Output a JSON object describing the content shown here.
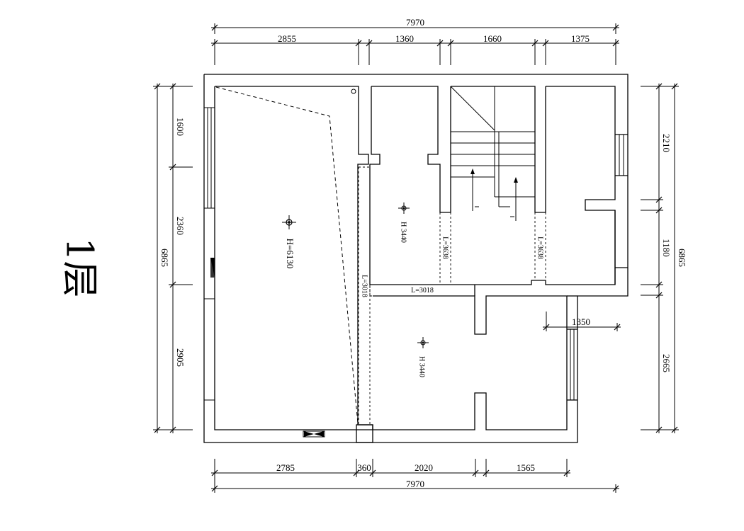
{
  "title": "1层",
  "dims_top": {
    "total": "7970",
    "segments": [
      "2855",
      "1360",
      "1660",
      "1375"
    ]
  },
  "dims_bottom": {
    "total": "7970",
    "segments": [
      "2785",
      "360",
      "2020",
      "1565"
    ]
  },
  "dims_left": {
    "total": "6865",
    "segments": [
      "1600",
      "2360",
      "2905"
    ]
  },
  "dims_right": {
    "total": "6865",
    "segments": [
      "2210",
      "1180",
      "2665"
    ]
  },
  "dim_inner": "1350",
  "ceiling_labels": {
    "main_hall": "H=6130",
    "upper_room": "H 3440",
    "lower_room": "H 3440"
  },
  "beam_labels": [
    "L=3018",
    "L=3018",
    "L=3638",
    "L=3638"
  ]
}
